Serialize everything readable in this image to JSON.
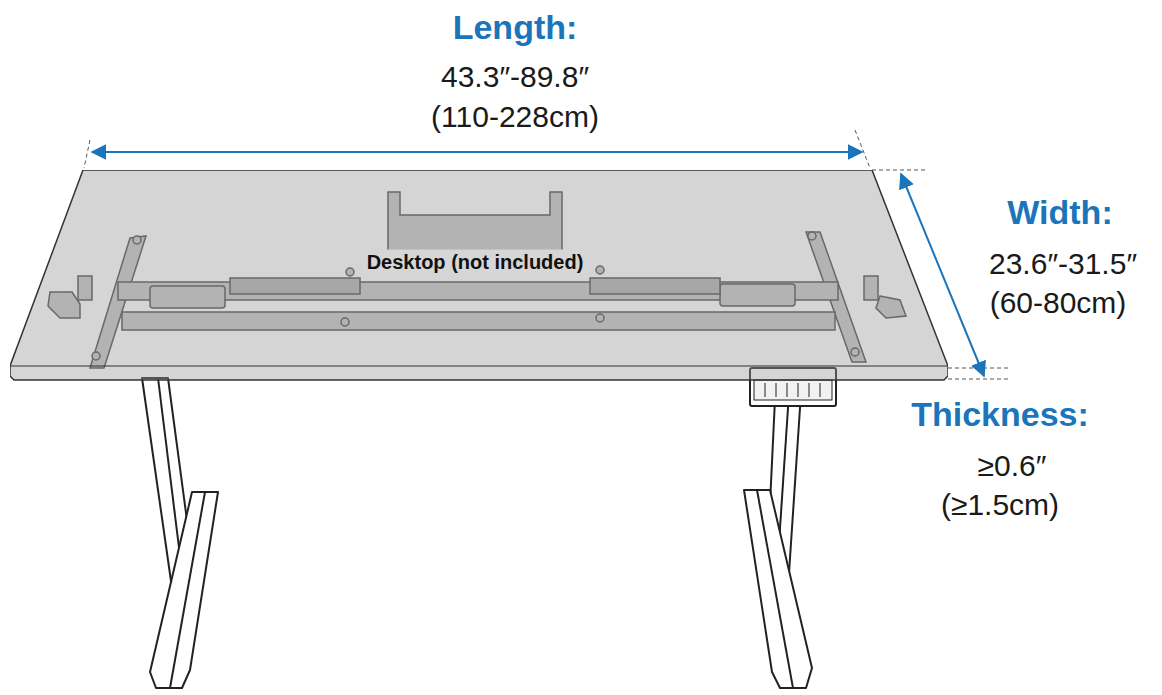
{
  "diagram": {
    "nodes": [
      {
        "text": [
          "Desktop (not included)"
        ]
      }
    ],
    "labels": [
      "Length:",
      "43.3″-89.8″",
      "(110-228cm)",
      "Width:",
      "23.6″-31.5″",
      "(60-80cm)",
      "Thickness:",
      "≥0.6″",
      "(≥1.5cm)"
    ]
  }
}
